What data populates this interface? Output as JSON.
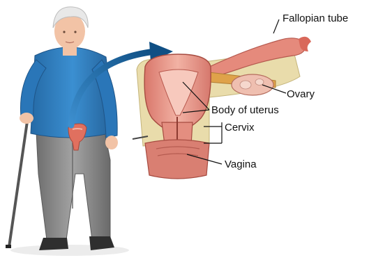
{
  "labels": {
    "fallopian_tube": "Fallopian tube",
    "ovary": "Ovary",
    "body_of_uterus": "Body of uterus",
    "cervix": "Cervix",
    "vagina": "Vagina"
  },
  "colors": {
    "sweater": "#2f7fc0",
    "pants": "#8b8b8b",
    "skin": "#f2c3a6",
    "hair": "#e8e8e8",
    "tissue": "#e79a8c",
    "tissue_dark": "#c8685c",
    "fat": "#e6d8a0",
    "arrow": "#1a5f96",
    "leader": "#111111"
  }
}
